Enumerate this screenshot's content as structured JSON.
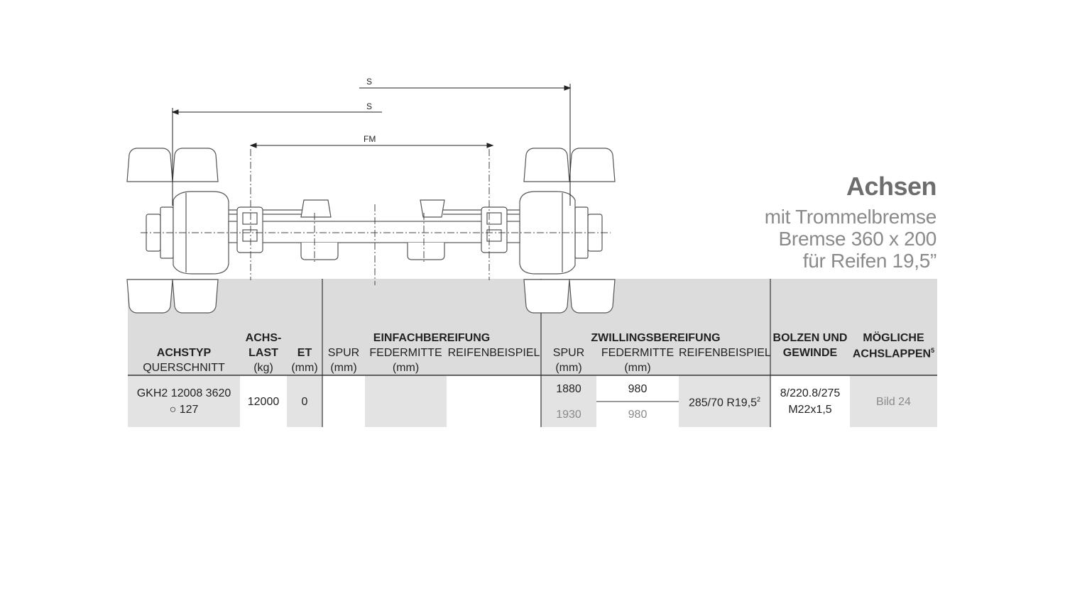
{
  "heading": {
    "title": "Achsen",
    "line1": "mit Trommelbremse",
    "line2": "Bremse 360 x 200",
    "line3": "für Reifen 19,5”"
  },
  "drawing": {
    "dim_s_upper": "S",
    "dim_s_lower": "S",
    "dim_fm": "FM"
  },
  "table": {
    "headers": {
      "achstyp": "ACHSTYP",
      "querschnitt": "QUERSCHNITT",
      "achslast_1": "ACHS-",
      "achslast_2": "LAST",
      "achslast_unit": "(kg)",
      "et": "ET",
      "et_unit": "(mm)",
      "einfach": "EINFACHBEREIFUNG",
      "einfach_spur": "SPUR",
      "einfach_spur_unit": "(mm)",
      "einfach_federmitte": "FEDERMITTE",
      "einfach_federmitte_unit": "(mm)",
      "einfach_reifen": "REIFENBEISPIEL",
      "zwilling": "ZWILLINGSBEREIFUNG",
      "zwilling_spur": "SPUR",
      "zwilling_spur_unit": "(mm)",
      "zwilling_federmitte": "FEDERMITTE",
      "zwilling_federmitte_unit": "(mm)",
      "zwilling_reifen": "REIFENBEISPIEL",
      "bolzen_1": "BOLZEN UND",
      "bolzen_2": "GEWINDE",
      "achslappen_1": "MÖGLICHE",
      "achslappen_2": "ACHSLAPPEN",
      "achslappen_sup": "5"
    },
    "row": {
      "achstyp": "GKH2 12008 3620",
      "querschnitt_symbol": "○",
      "querschnitt": "127",
      "achslast": "12000",
      "et": "0",
      "zw_spur_1": "1880",
      "zw_federmitte_1": "980",
      "zw_spur_2": "1930",
      "zw_federmitte_2": "980",
      "zw_reifen": "285/70 R19,5",
      "zw_reifen_sup": "2",
      "bolzen_1": "8/220.8/275",
      "bolzen_2": "M22x1,5",
      "achslappen": "Bild 24"
    }
  },
  "colors": {
    "header_bg": "#dcdcdc",
    "cell_bg": "#e3e3e3",
    "line": "#333333",
    "title": "#6d6d6d",
    "subtitle": "#8a8a8a"
  }
}
